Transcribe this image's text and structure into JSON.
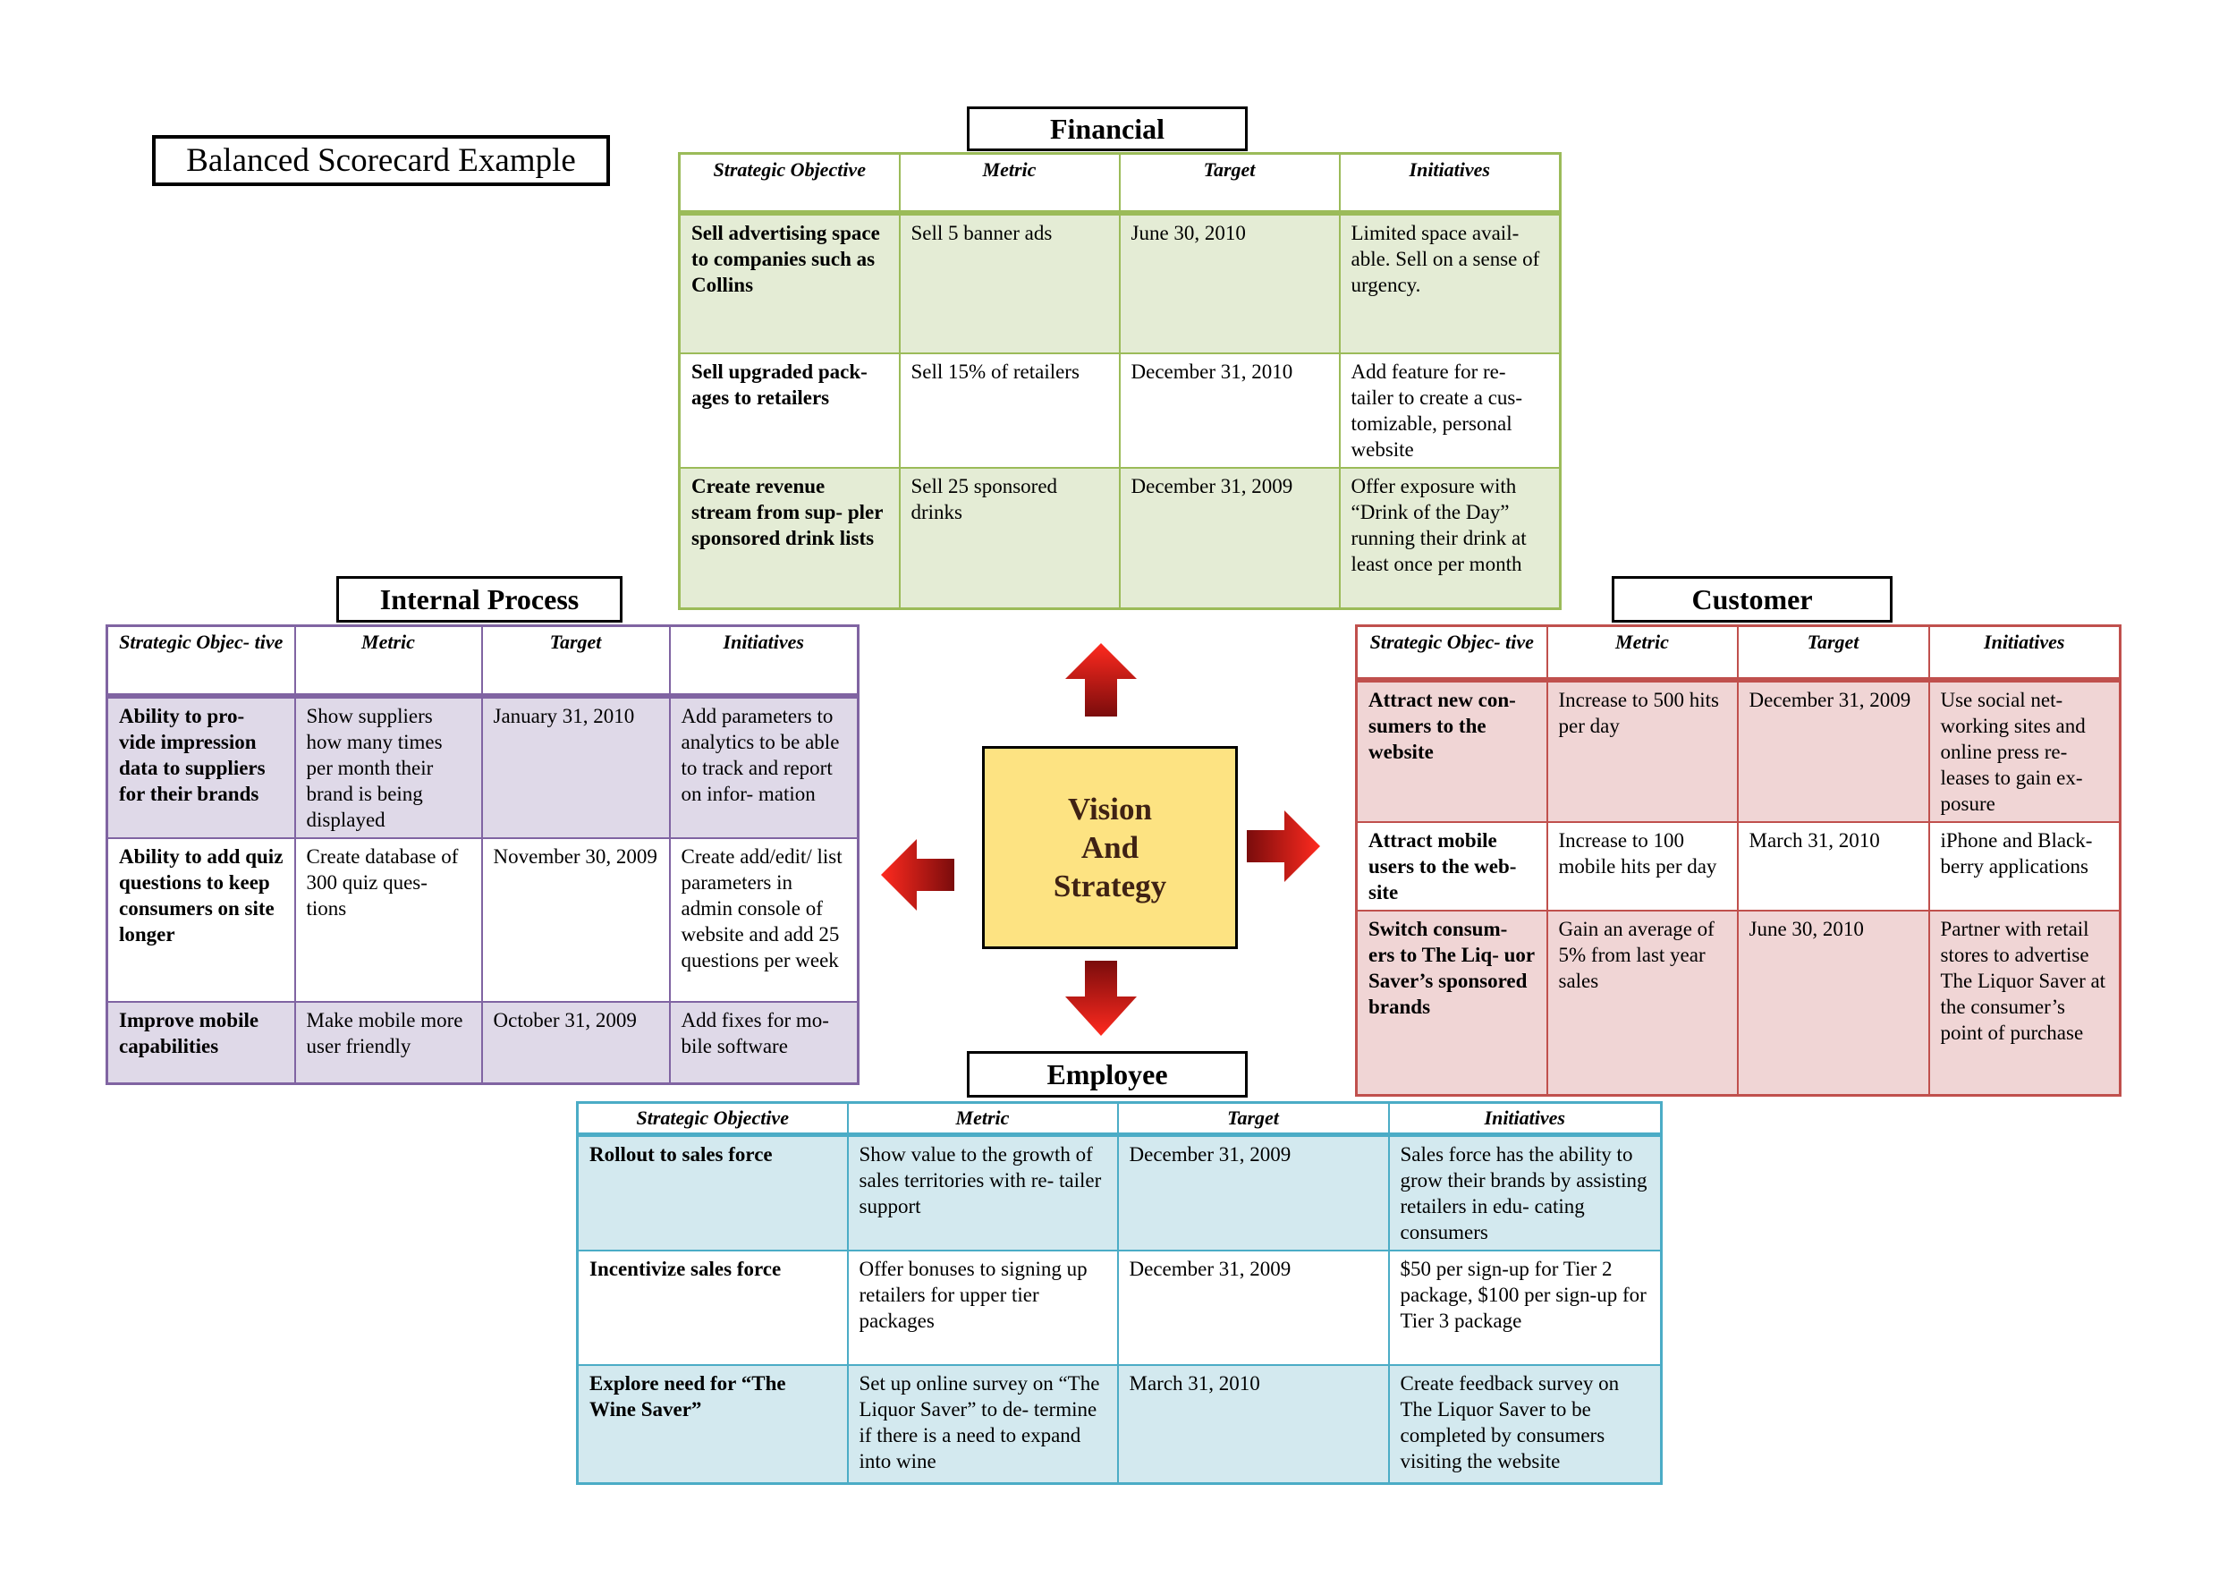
{
  "title": "Balanced Scorecard Example",
  "center": {
    "line1": "Vision",
    "line2": "And",
    "line3": "Strategy"
  },
  "colors": {
    "financial_border": "#9bbb59",
    "financial_fill": "#e4ecd5",
    "internal_border": "#8064a2",
    "internal_fill": "#dfd9e8",
    "customer_border": "#c0504d",
    "customer_fill": "#f0d5d5",
    "employee_border": "#4bacc6",
    "employee_fill": "#d3e9ef",
    "vision_fill": "#fde382",
    "arrow_red": "#e8281f",
    "arrow_dark": "#8b0f0f"
  },
  "headers": {
    "objective": "Strategic Objective",
    "objective_short": "Strategic Objec- tive",
    "metric": "Metric",
    "target": "Target",
    "initiatives": "Initiatives"
  },
  "financial": {
    "title": "Financial",
    "rows": [
      {
        "objective": "Sell advertising space to companies such as Collins",
        "metric": "Sell 5 banner ads",
        "target": "June 30, 2010",
        "initiatives": "Limited space avail- able. Sell on a sense of urgency."
      },
      {
        "objective": "Sell upgraded pack- ages to retailers",
        "metric": "Sell 15% of retailers",
        "target": "December 31, 2010",
        "initiatives": "Add feature for re- tailer to create a cus- tomizable, personal website"
      },
      {
        "objective": "Create revenue stream from sup- pler sponsored drink lists",
        "metric": "Sell 25 sponsored drinks",
        "target": "December 31, 2009",
        "initiatives": "Offer exposure with “Drink of the Day” running their drink at least once per month"
      }
    ]
  },
  "internal": {
    "title": "Internal Process",
    "rows": [
      {
        "objective": "Ability to pro- vide impression data to suppliers for their brands",
        "metric": "Show suppliers how many times per month their brand is being displayed",
        "target": "January 31, 2010",
        "initiatives": "Add parameters to analytics to be able to track and report on infor- mation"
      },
      {
        "objective": "Ability to add quiz questions to keep consumers on site longer",
        "metric": "Create database of 300 quiz ques- tions",
        "target": "November 30, 2009",
        "initiatives": "Create add/edit/ list parameters in admin console of website and add 25 questions per week"
      },
      {
        "objective": "Improve mobile capabilities",
        "metric": "Make mobile more user friendly",
        "target": "October 31, 2009",
        "initiatives": "Add fixes for mo- bile software"
      }
    ]
  },
  "customer": {
    "title": "Customer",
    "rows": [
      {
        "objective": "Attract new con- sumers to the website",
        "metric": "Increase to 500 hits per day",
        "target": "December 31, 2009",
        "initiatives": "Use social net- working sites and online press re- leases to gain ex- posure"
      },
      {
        "objective": "Attract mobile users to the web- site",
        "metric": "Increase to 100 mobile hits per day",
        "target": "March 31, 2010",
        "initiatives": "iPhone and Black- berry applications"
      },
      {
        "objective": "Switch consum- ers to The Liq- uor Saver’s sponsored brands",
        "metric": "Gain an average of 5% from last year sales",
        "target": "June 30, 2010",
        "initiatives": "Partner with retail stores to advertise The Liquor Saver at the consumer’s point of purchase"
      }
    ]
  },
  "employee": {
    "title": "Employee",
    "rows": [
      {
        "objective": "Rollout to sales force",
        "metric": "Show value to the growth of sales territories with re- tailer support",
        "target": "December 31, 2009",
        "initiatives": "Sales force has the ability to grow their brands by assisting retailers in edu- cating consumers"
      },
      {
        "objective": "Incentivize sales force",
        "metric": "Offer bonuses to signing up retailers for upper tier packages",
        "target": "December 31, 2009",
        "initiatives": "$50 per sign-up for Tier 2 package, $100 per sign-up for Tier 3 package"
      },
      {
        "objective": "Explore need for “The Wine Saver”",
        "metric": "Set up online survey on “The Liquor Saver” to de- termine if there is a need to expand into wine",
        "target": "March 31, 2010",
        "initiatives": "Create feedback survey on The Liquor Saver to be completed by consumers visiting the website"
      }
    ]
  }
}
